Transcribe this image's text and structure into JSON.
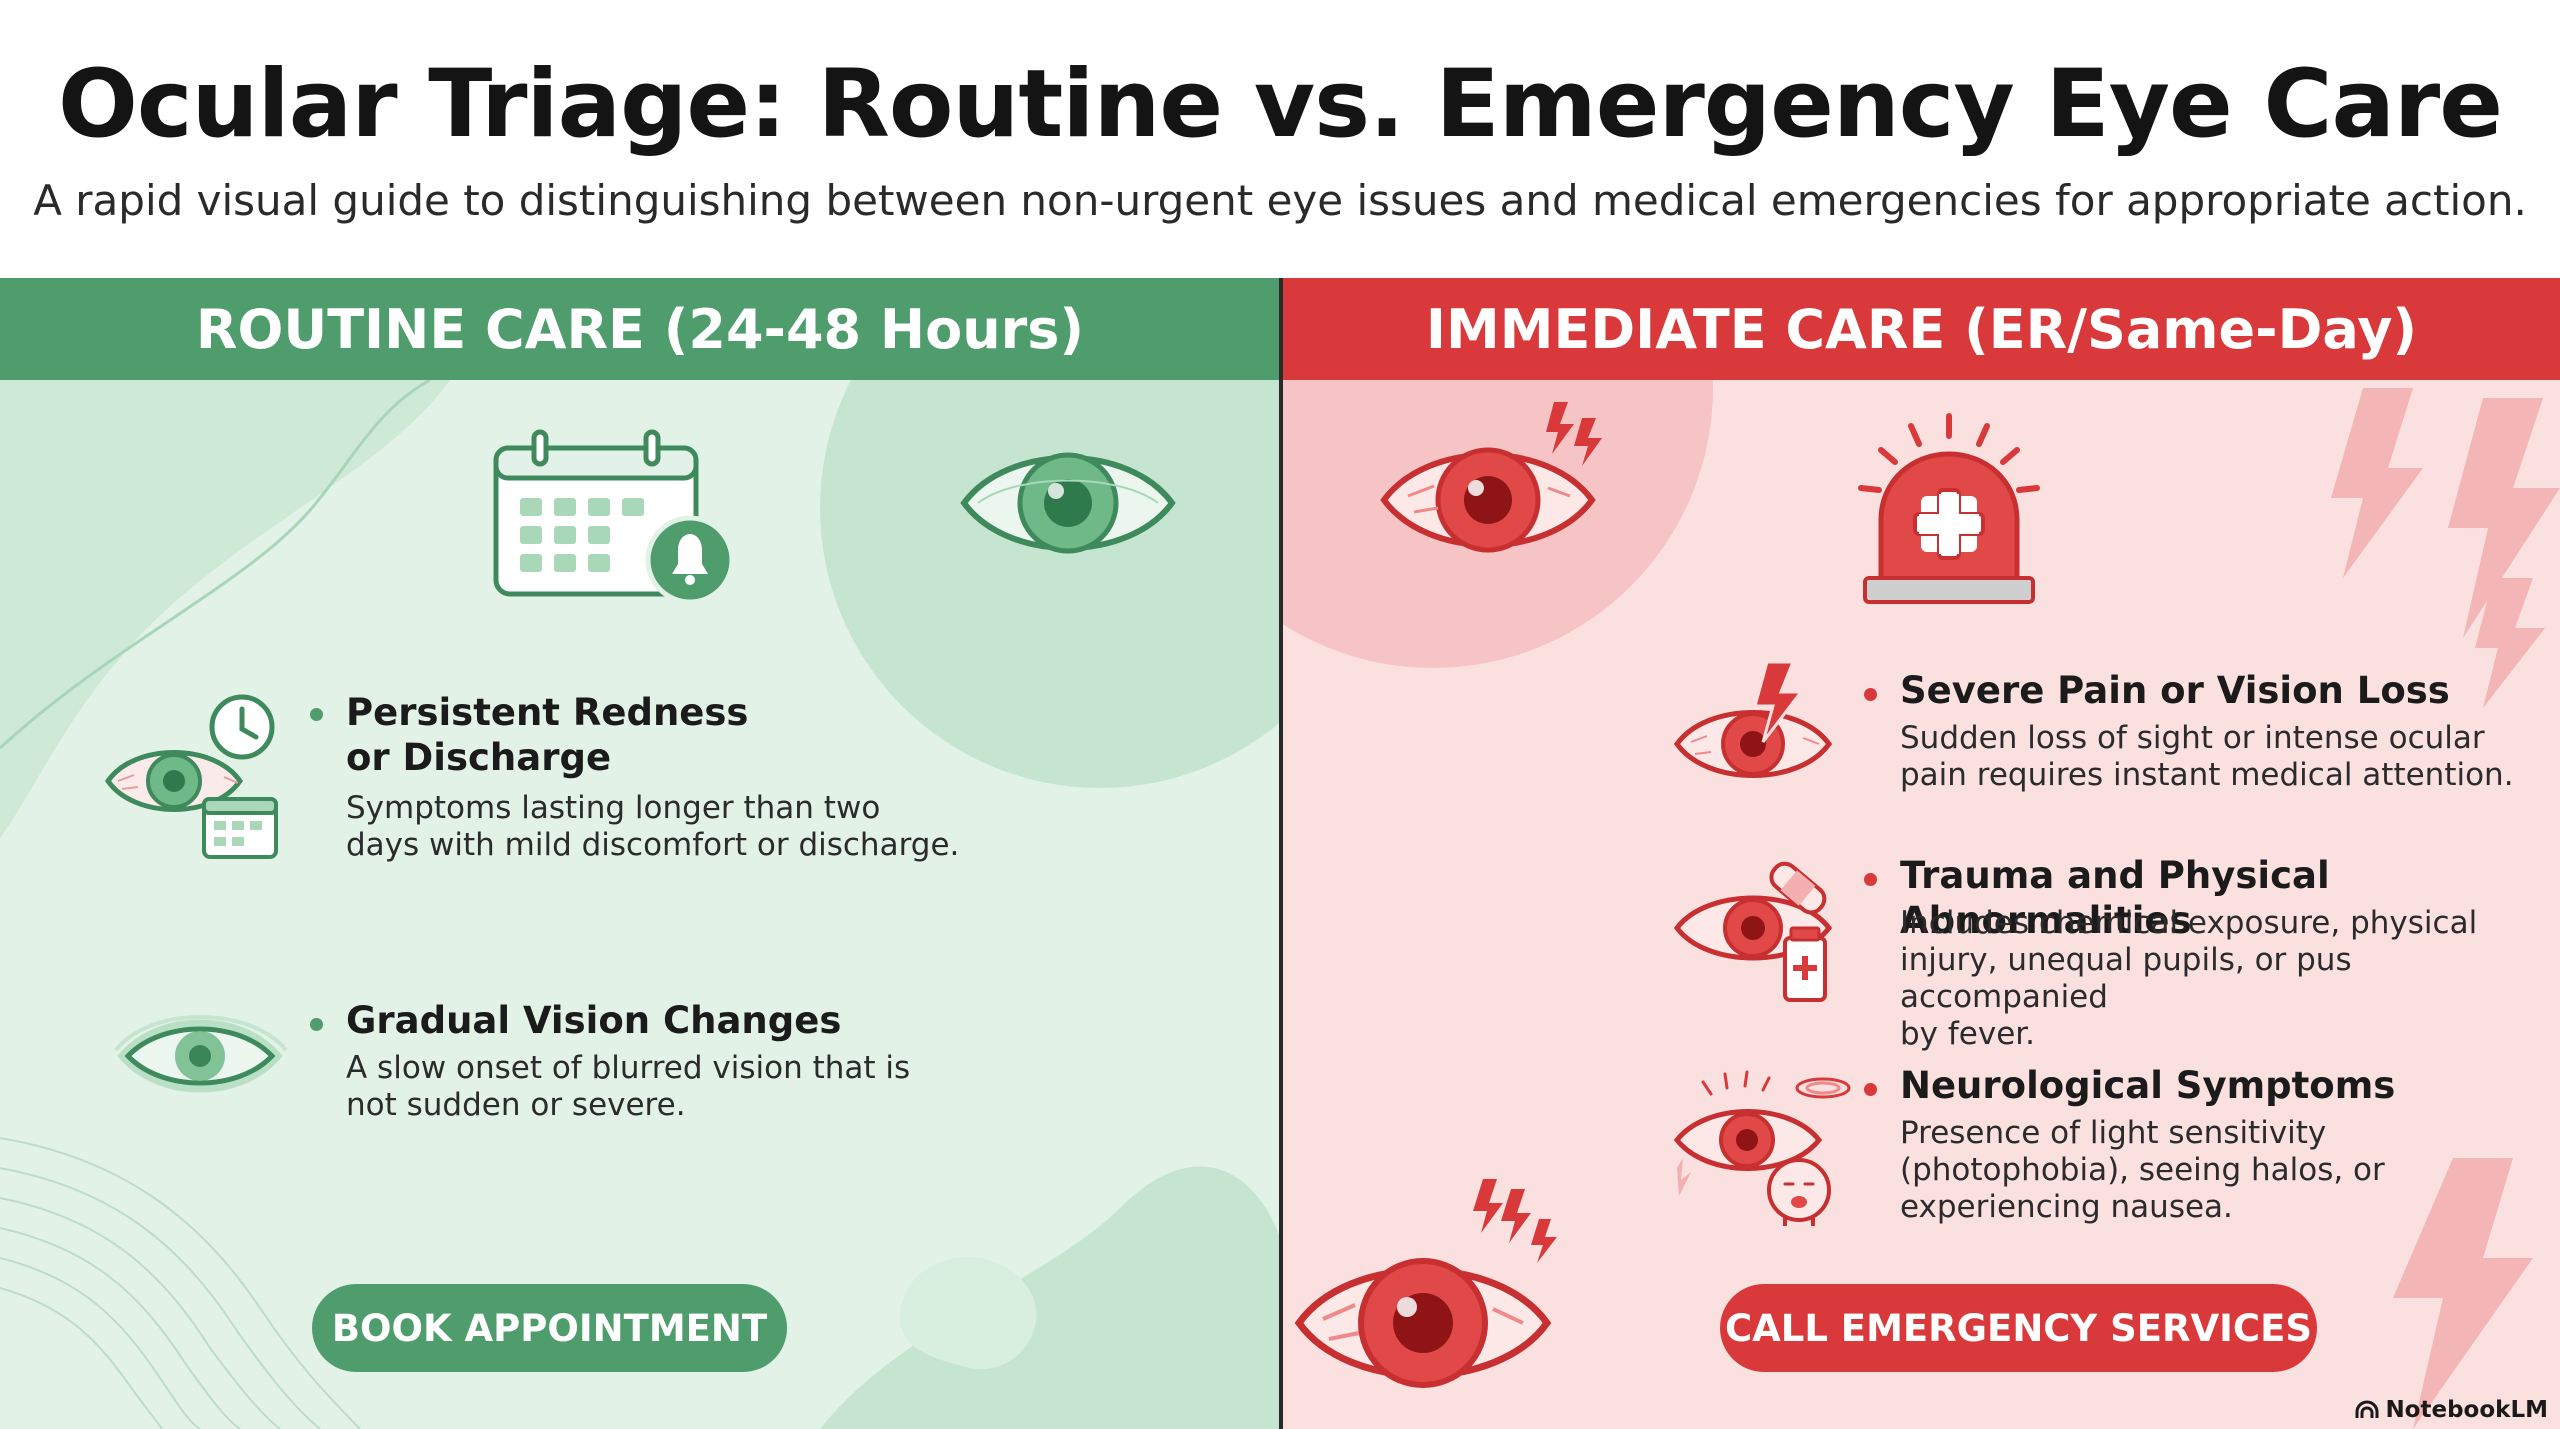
{
  "header": {
    "title": "Ocular Triage: Routine vs. Emergency Eye Care",
    "subtitle": "A rapid visual guide to distinguishing between non-urgent eye issues and medical emergencies for appropriate action."
  },
  "routine": {
    "heading": "ROUTINE CARE (24-48 Hours)",
    "accent": "#4f9d6d",
    "items": [
      {
        "title_line1": "Persistent Redness",
        "title_line2": "or Discharge",
        "desc_line1": "Symptoms lasting longer than two",
        "desc_line2": "days with mild discomfort or discharge."
      },
      {
        "title": "Gradual Vision Changes",
        "desc_line1": "A slow onset of blurred vision that is",
        "desc_line2": "not sudden or severe."
      }
    ],
    "button": "BOOK APPOINTMENT",
    "icons": [
      "calendar-bell-icon",
      "eye-icon",
      "eye-clock-calendar-icon",
      "blurred-eye-icon"
    ]
  },
  "emergency": {
    "heading": "IMMEDIATE CARE (ER/Same-Day)",
    "accent": "#d9393a",
    "items": [
      {
        "title": "Severe Pain or Vision Loss",
        "desc_line1": "Sudden loss of sight or intense ocular",
        "desc_line2": "pain requires instant medical attention."
      },
      {
        "title": "Trauma and Physical Abnormalities",
        "desc_line1": "Includes chemical exposure, physical",
        "desc_line2": "injury, unequal pupils, or pus accompanied",
        "desc_line3": "by fever."
      },
      {
        "title": "Neurological Symptoms",
        "desc_line1": "Presence of light sensitivity",
        "desc_line2": "(photophobia), seeing halos, or",
        "desc_line3": "experiencing nausea."
      }
    ],
    "button": "CALL EMERGENCY SERVICES",
    "icons": [
      "siren-icon",
      "red-eye-icon",
      "eye-lightning-icon",
      "eye-bandage-medicine-icon",
      "eye-halo-nausea-icon",
      "lightning-icon"
    ]
  },
  "brand": {
    "label": "NotebookLM",
    "icon": "notebooklm-icon"
  }
}
